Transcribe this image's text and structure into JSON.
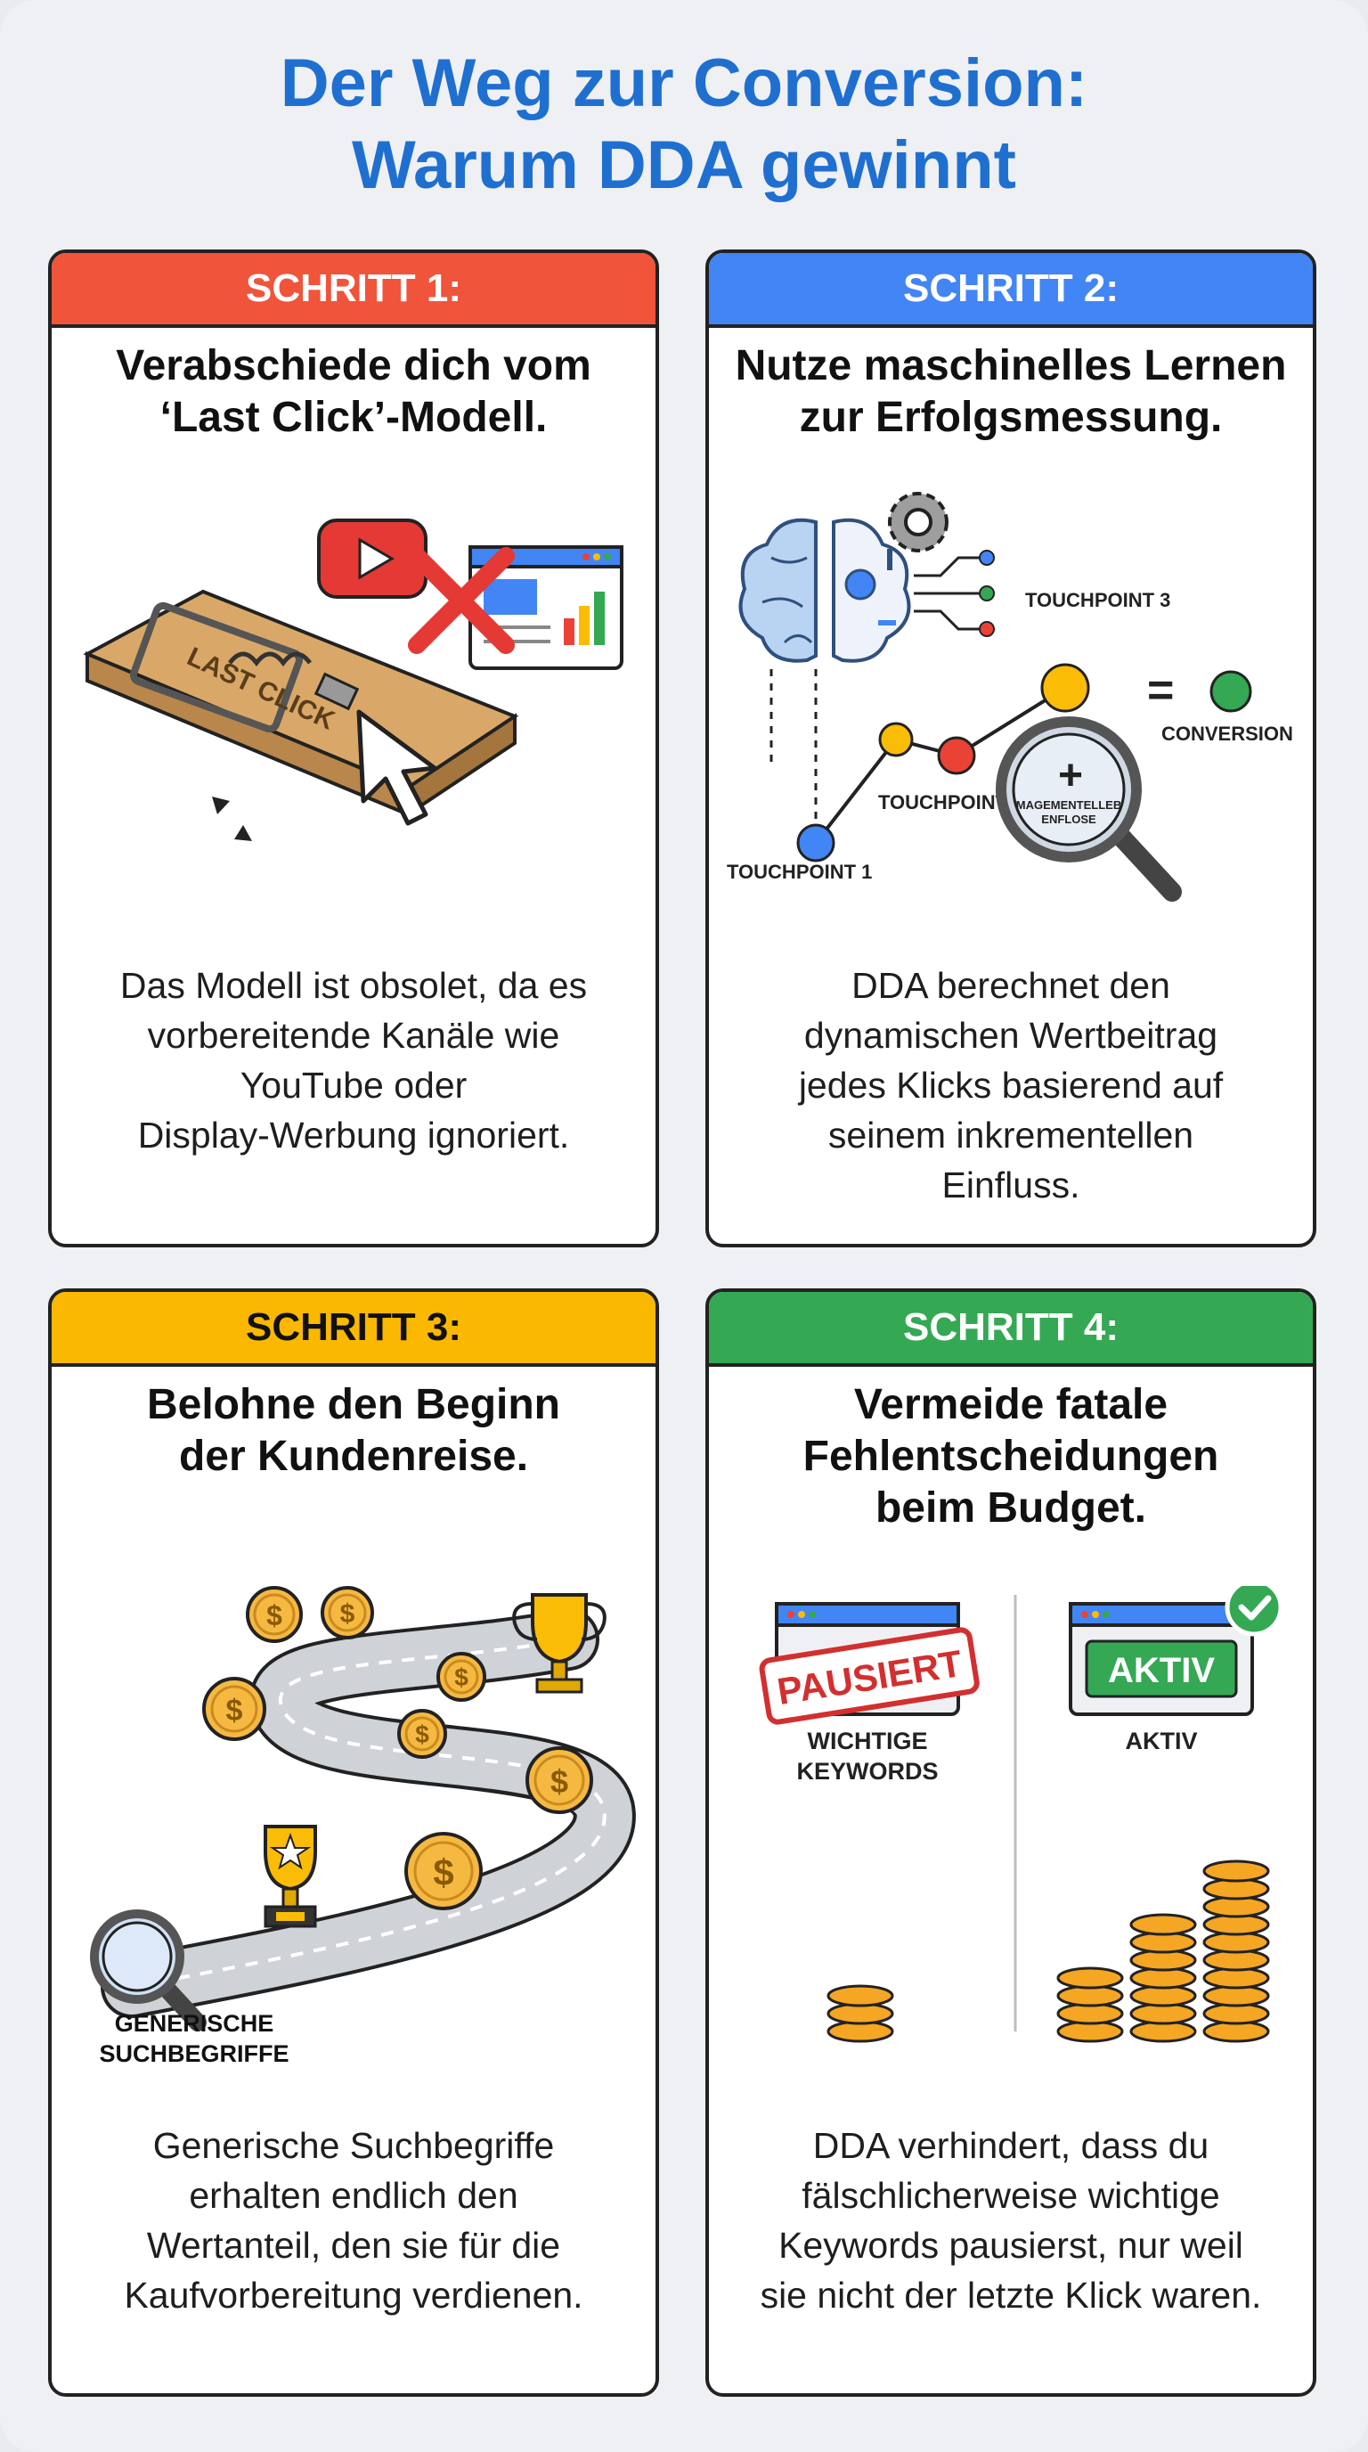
{
  "title": {
    "line1": "Der Weg zur Conversion:",
    "line2": "Warum DDA gewinnt"
  },
  "colors": {
    "title": "#1f6fd0",
    "step1": "#f0543a",
    "step2": "#4285f4",
    "step3": "#fbb800",
    "step4": "#34a853"
  },
  "steps": [
    {
      "header": "SCHRITT 1:",
      "title_lines": [
        "Verabschiede dich vom",
        "‘Last Click’-Modell."
      ],
      "illustration": {
        "icons": [
          "mousetrap-icon",
          "youtube-icon",
          "display-ad-icon",
          "cursor-icon",
          "cross-icon"
        ],
        "trap_text": "LAST CLICK"
      },
      "body_lines": [
        "Das Modell ist obsolet, da es",
        "vorbereitende Kanäle wie",
        "YouTube oder",
        "Display-Werbung ignoriert."
      ]
    },
    {
      "header": "SCHRITT 2:",
      "title_lines": [
        "Nutze maschinelles Lernen",
        "zur Erfolgsmessung."
      ],
      "illustration": {
        "icons": [
          "brain-icon",
          "gear-icon",
          "magnifier-icon"
        ],
        "touchpoint1": "TOUCHPOINT 1",
        "touchpoint2": "TOUCHPOINT 2",
        "touchpoint3": "TOUCHPOINT 3",
        "conversion": "CONVERSION",
        "equals": "=",
        "lens_line1": "MAGEMENTELLEB",
        "lens_line2": "ENFLOSE",
        "lens_plus": "+"
      },
      "body_lines": [
        "DDA berechnet den",
        "dynamischen Wertbeitrag",
        "jedes Klicks basierend auf",
        "seinem inkrementellen",
        "Einfluss."
      ]
    },
    {
      "header": "SCHRITT 3:",
      "title_lines": [
        "Belohne den Beginn",
        "der Kundenreise."
      ],
      "illustration": {
        "icons": [
          "road-icon",
          "coin-icon",
          "trophy-icon",
          "magnifier-icon"
        ],
        "coin_symbol": "$",
        "label_lines": [
          "GENERISCHE",
          "SUCHBEGRIFFE"
        ]
      },
      "body_lines": [
        "Generische Suchbegriffe",
        "erhalten endlich den",
        "Wertanteil, den sie für die",
        "Kaufvorbereitung verdienen."
      ]
    },
    {
      "header": "SCHRITT 4:",
      "title_lines": [
        "Vermeide fatale",
        "Fehlentscheidungen",
        "beim Budget."
      ],
      "illustration": {
        "icons": [
          "browser-window-icon",
          "stamp-icon",
          "checkmark-icon",
          "coin-stack-icon"
        ],
        "stamp_text": "PAUSIERT",
        "left_label_lines": [
          "WICHTIGE",
          "KEYWORDS"
        ],
        "badge_text": "AKTIV",
        "right_label": "AKTIV"
      },
      "body_lines": [
        "DDA verhindert, dass du",
        "fälschlicherweise wichtige",
        "Keywords pausierst, nur weil",
        "sie nicht der letzte Klick waren."
      ]
    }
  ]
}
